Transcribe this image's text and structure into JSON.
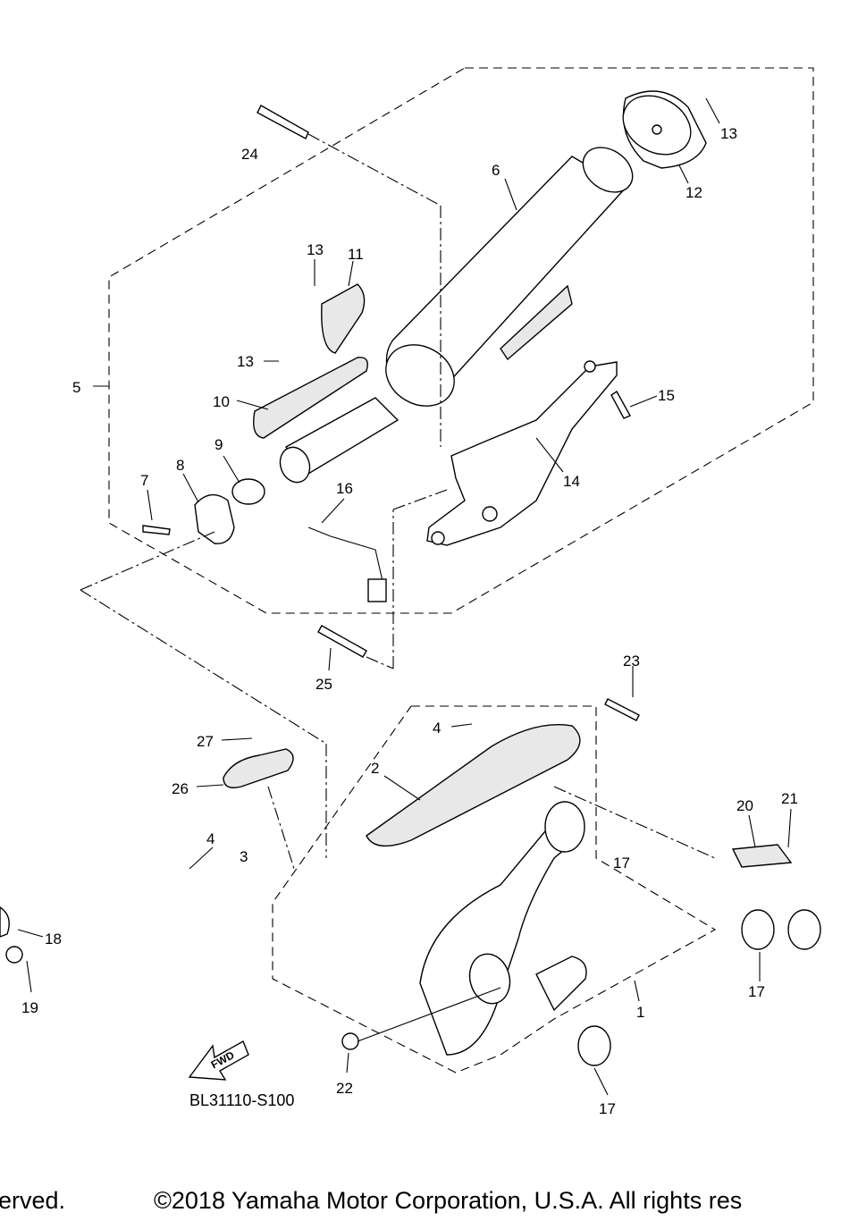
{
  "diagram": {
    "part_code": "BL31110-S100",
    "fwd_arrow_label": "FWD",
    "callouts": [
      "1",
      "2",
      "3",
      "4",
      "4",
      "5",
      "6",
      "7",
      "8",
      "9",
      "10",
      "11",
      "12",
      "13",
      "13",
      "13",
      "14",
      "15",
      "16",
      "17",
      "17",
      "17",
      "18",
      "19",
      "20",
      "21",
      "22",
      "23",
      "24",
      "25",
      "26",
      "27"
    ]
  },
  "footer": {
    "left_fragment": "erved.",
    "copyright": "©2018 Yamaha Motor Corporation, U.S.A. All rights res"
  }
}
